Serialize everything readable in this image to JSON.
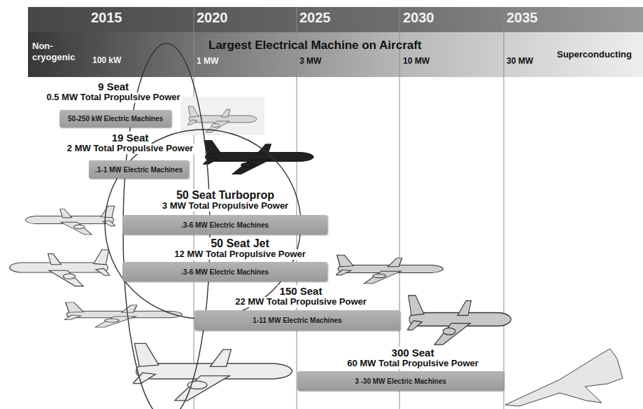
{
  "diagram": {
    "nodes": [
      {
        "text": [
          "9 Seat",
          "0.5 MW Total Propulsive Power",
          "50-250 kW Electric Machines"
        ]
      },
      {
        "text": [
          "19 Seat",
          "2 MW Total Propulsive Power",
          ".1-1 MW Electric Machines"
        ]
      },
      {
        "text": [
          "50 Seat Turboprop",
          "3 MW Total Propulsive Power",
          ".3-6 MW Electric Machines"
        ]
      },
      {
        "text": [
          "50 Seat Jet",
          "12 MW Total Propulsive Power",
          ".3-6 MW Electric Machines"
        ]
      },
      {
        "text": [
          "150 Seat",
          "22 MW Total Propulsive Power",
          "1-11 MW Electric Machines"
        ]
      },
      {
        "text": [
          "300 Seat",
          "60 MW Total Propulsive Power",
          "3 -30 MW Electric Machines"
        ]
      }
    ],
    "labels": [
      "2015",
      "2020",
      "2025",
      "2030",
      "2035",
      "Non- cryogenic",
      "100 kW",
      "Largest Electrical Machine on Aircraft",
      "1 MW",
      "3 MW",
      "10 MW",
      "30 MW",
      "Superconducting"
    ]
  }
}
